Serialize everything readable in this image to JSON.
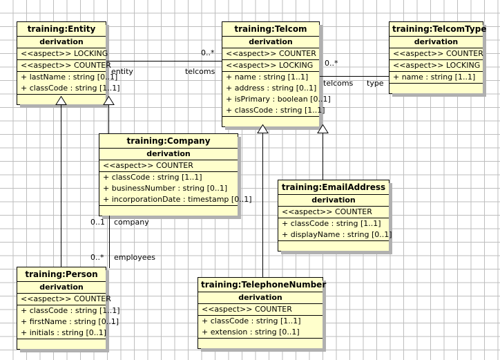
{
  "diagram": {
    "type": "uml-class-diagram",
    "background": "#ffffff",
    "grid_color": "#bdbdbd",
    "class_fill": "#ffffcc",
    "class_border": "#000000",
    "shadow_color": "#b0b0b0"
  },
  "classes": [
    {
      "id": "entity",
      "name": "training:Entity",
      "derivation_label": "derivation",
      "stereotypes": [
        "<<aspect>> LOCKING",
        "<<aspect>> COUNTER"
      ],
      "attributes": [
        "+ lastName : string [0..1]",
        "+ classCode : string [1..1]"
      ],
      "operations": []
    },
    {
      "id": "telcom",
      "name": "training:Telcom",
      "derivation_label": "derivation",
      "stereotypes": [
        "<<aspect>> COUNTER",
        "<<aspect>> LOCKING"
      ],
      "attributes": [
        "+ name : string [1..1]",
        "+ address : string [0..1]",
        "+ isPrimary : boolean [0..1]",
        "+ classCode : string [1..1]"
      ],
      "operations": []
    },
    {
      "id": "telcomtype",
      "name": "training:TelcomType",
      "derivation_label": "derivation",
      "stereotypes": [
        "<<aspect>> COUNTER",
        "<<aspect>> LOCKING"
      ],
      "attributes": [
        "+ name : string [1..1]"
      ],
      "operations": []
    },
    {
      "id": "company",
      "name": "training:Company",
      "derivation_label": "derivation",
      "stereotypes": [
        "<<aspect>> COUNTER"
      ],
      "attributes": [
        "+ classCode : string [1..1]",
        "+ businessNumber : string [0..1]",
        "+ incorporationDate : timestamp [0..1]"
      ],
      "operations": []
    },
    {
      "id": "emailaddress",
      "name": "training:EmailAddress",
      "derivation_label": "derivation",
      "stereotypes": [
        "<<aspect>> COUNTER"
      ],
      "attributes": [
        "+ classCode : string [1..1]",
        "+ displayName : string [0..1]"
      ],
      "operations": []
    },
    {
      "id": "person",
      "name": "training:Person",
      "derivation_label": "derivation",
      "stereotypes": [
        "<<aspect>> COUNTER"
      ],
      "attributes": [
        "+ classCode : string [1..1]",
        "+ firstName : string [0..1]",
        "+ initials : string [0..1]"
      ],
      "operations": []
    },
    {
      "id": "telephonenumber",
      "name": "training:TelephoneNumber",
      "derivation_label": "derivation",
      "stereotypes": [
        "<<aspect>> COUNTER"
      ],
      "attributes": [
        "+ classCode : string [1..1]",
        "+ extension : string [0..1]"
      ],
      "operations": []
    }
  ],
  "edge_labels": {
    "entity_role": "entity",
    "telcoms_role_left": "telcoms",
    "telcoms_multiplicity_left": "0..*",
    "telcoms_role_right": "telcoms",
    "telcoms_multiplicity_right": "0..*",
    "type_role": "type",
    "company_role": "company",
    "company_multiplicity": "0..1",
    "employees_role": "employees",
    "employees_multiplicity": "0..*"
  },
  "associations": [
    {
      "from": "entity",
      "to": "telcom",
      "source_role": "entity",
      "target_role": "telcoms",
      "target_multiplicity": "0..*"
    },
    {
      "from": "telcom",
      "to": "telcomtype",
      "source_role": "telcoms",
      "target_role": "type",
      "source_multiplicity": "0..*"
    },
    {
      "from": "company",
      "to": "person",
      "source_role": "company",
      "source_multiplicity": "0..1",
      "target_role": "employees",
      "target_multiplicity": "0..*"
    }
  ],
  "generalizations": [
    {
      "from": "person",
      "to": "entity"
    },
    {
      "from": "company",
      "to": "entity"
    },
    {
      "from": "telephonenumber",
      "to": "telcom"
    },
    {
      "from": "emailaddress",
      "to": "telcom"
    }
  ]
}
